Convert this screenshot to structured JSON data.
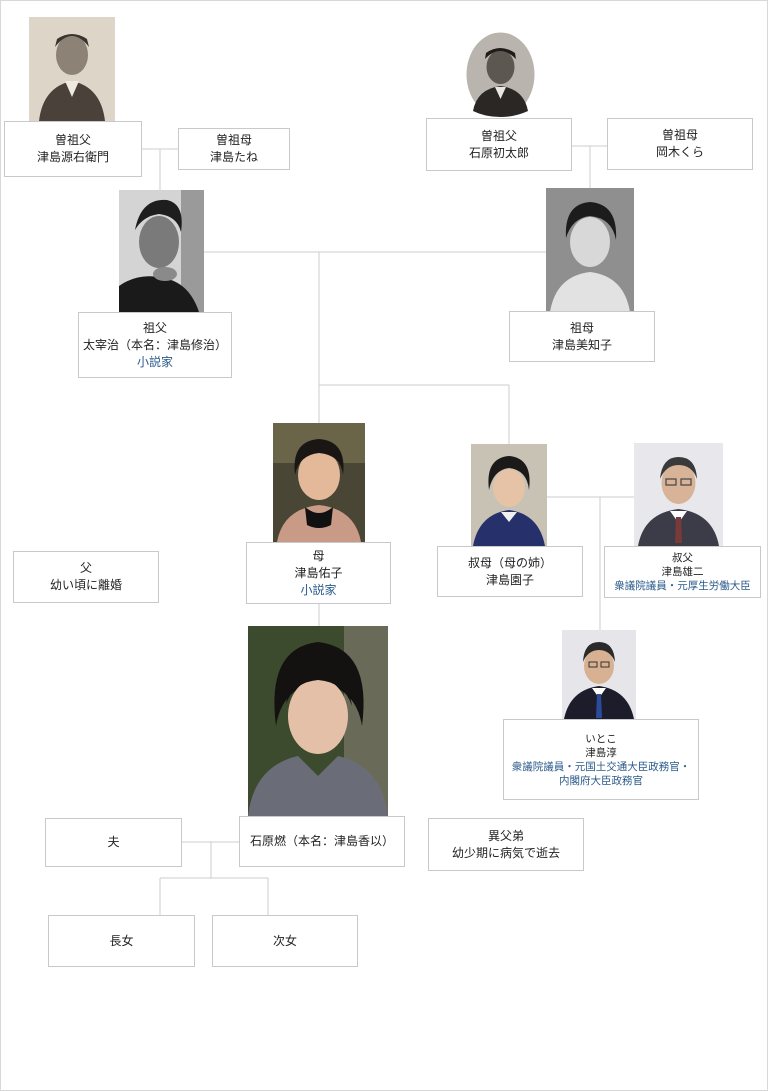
{
  "colors": {
    "line": "#cccccc",
    "box_border": "#c9c9c9",
    "note_text": "#2a5a8a"
  },
  "nodes": {
    "great_grandfather_tsushima": {
      "role": "曽祖父",
      "name": "津島源右衛門"
    },
    "great_grandmother_tsushima": {
      "role": "曽祖母",
      "name": "津島たね"
    },
    "great_grandfather_ishihara": {
      "role": "曽祖父",
      "name": "石原初太郎"
    },
    "great_grandmother_okagi": {
      "role": "曽祖母",
      "name": "岡木くら"
    },
    "grandfather": {
      "role": "祖父",
      "name": "太宰治（本名：津島修治）",
      "note": "小説家"
    },
    "grandmother": {
      "role": "祖母",
      "name": "津島美知子"
    },
    "father": {
      "role": "父",
      "name": "幼い頃に離婚"
    },
    "mother": {
      "role": "母",
      "name": "津島佑子",
      "note": "小説家"
    },
    "aunt": {
      "role": "叔母（母の姉）",
      "name": "津島園子"
    },
    "uncle": {
      "role": "叔父",
      "name": "津島雄二",
      "note": "衆議院議員・元厚生労働大臣"
    },
    "cousin": {
      "role": "いとこ",
      "name": "津島淳",
      "note": "衆議院議員・元国土交通大臣政務官・",
      "note2": "内閣府大臣政務官"
    },
    "husband": {
      "name": "夫"
    },
    "self": {
      "name": "石原燃（本名：津島香以）"
    },
    "half_brother": {
      "role": "異父弟",
      "name": "幼少期に病気で逝去"
    },
    "eldest_daughter": {
      "name": "長女"
    },
    "second_daughter": {
      "name": "次女"
    }
  }
}
